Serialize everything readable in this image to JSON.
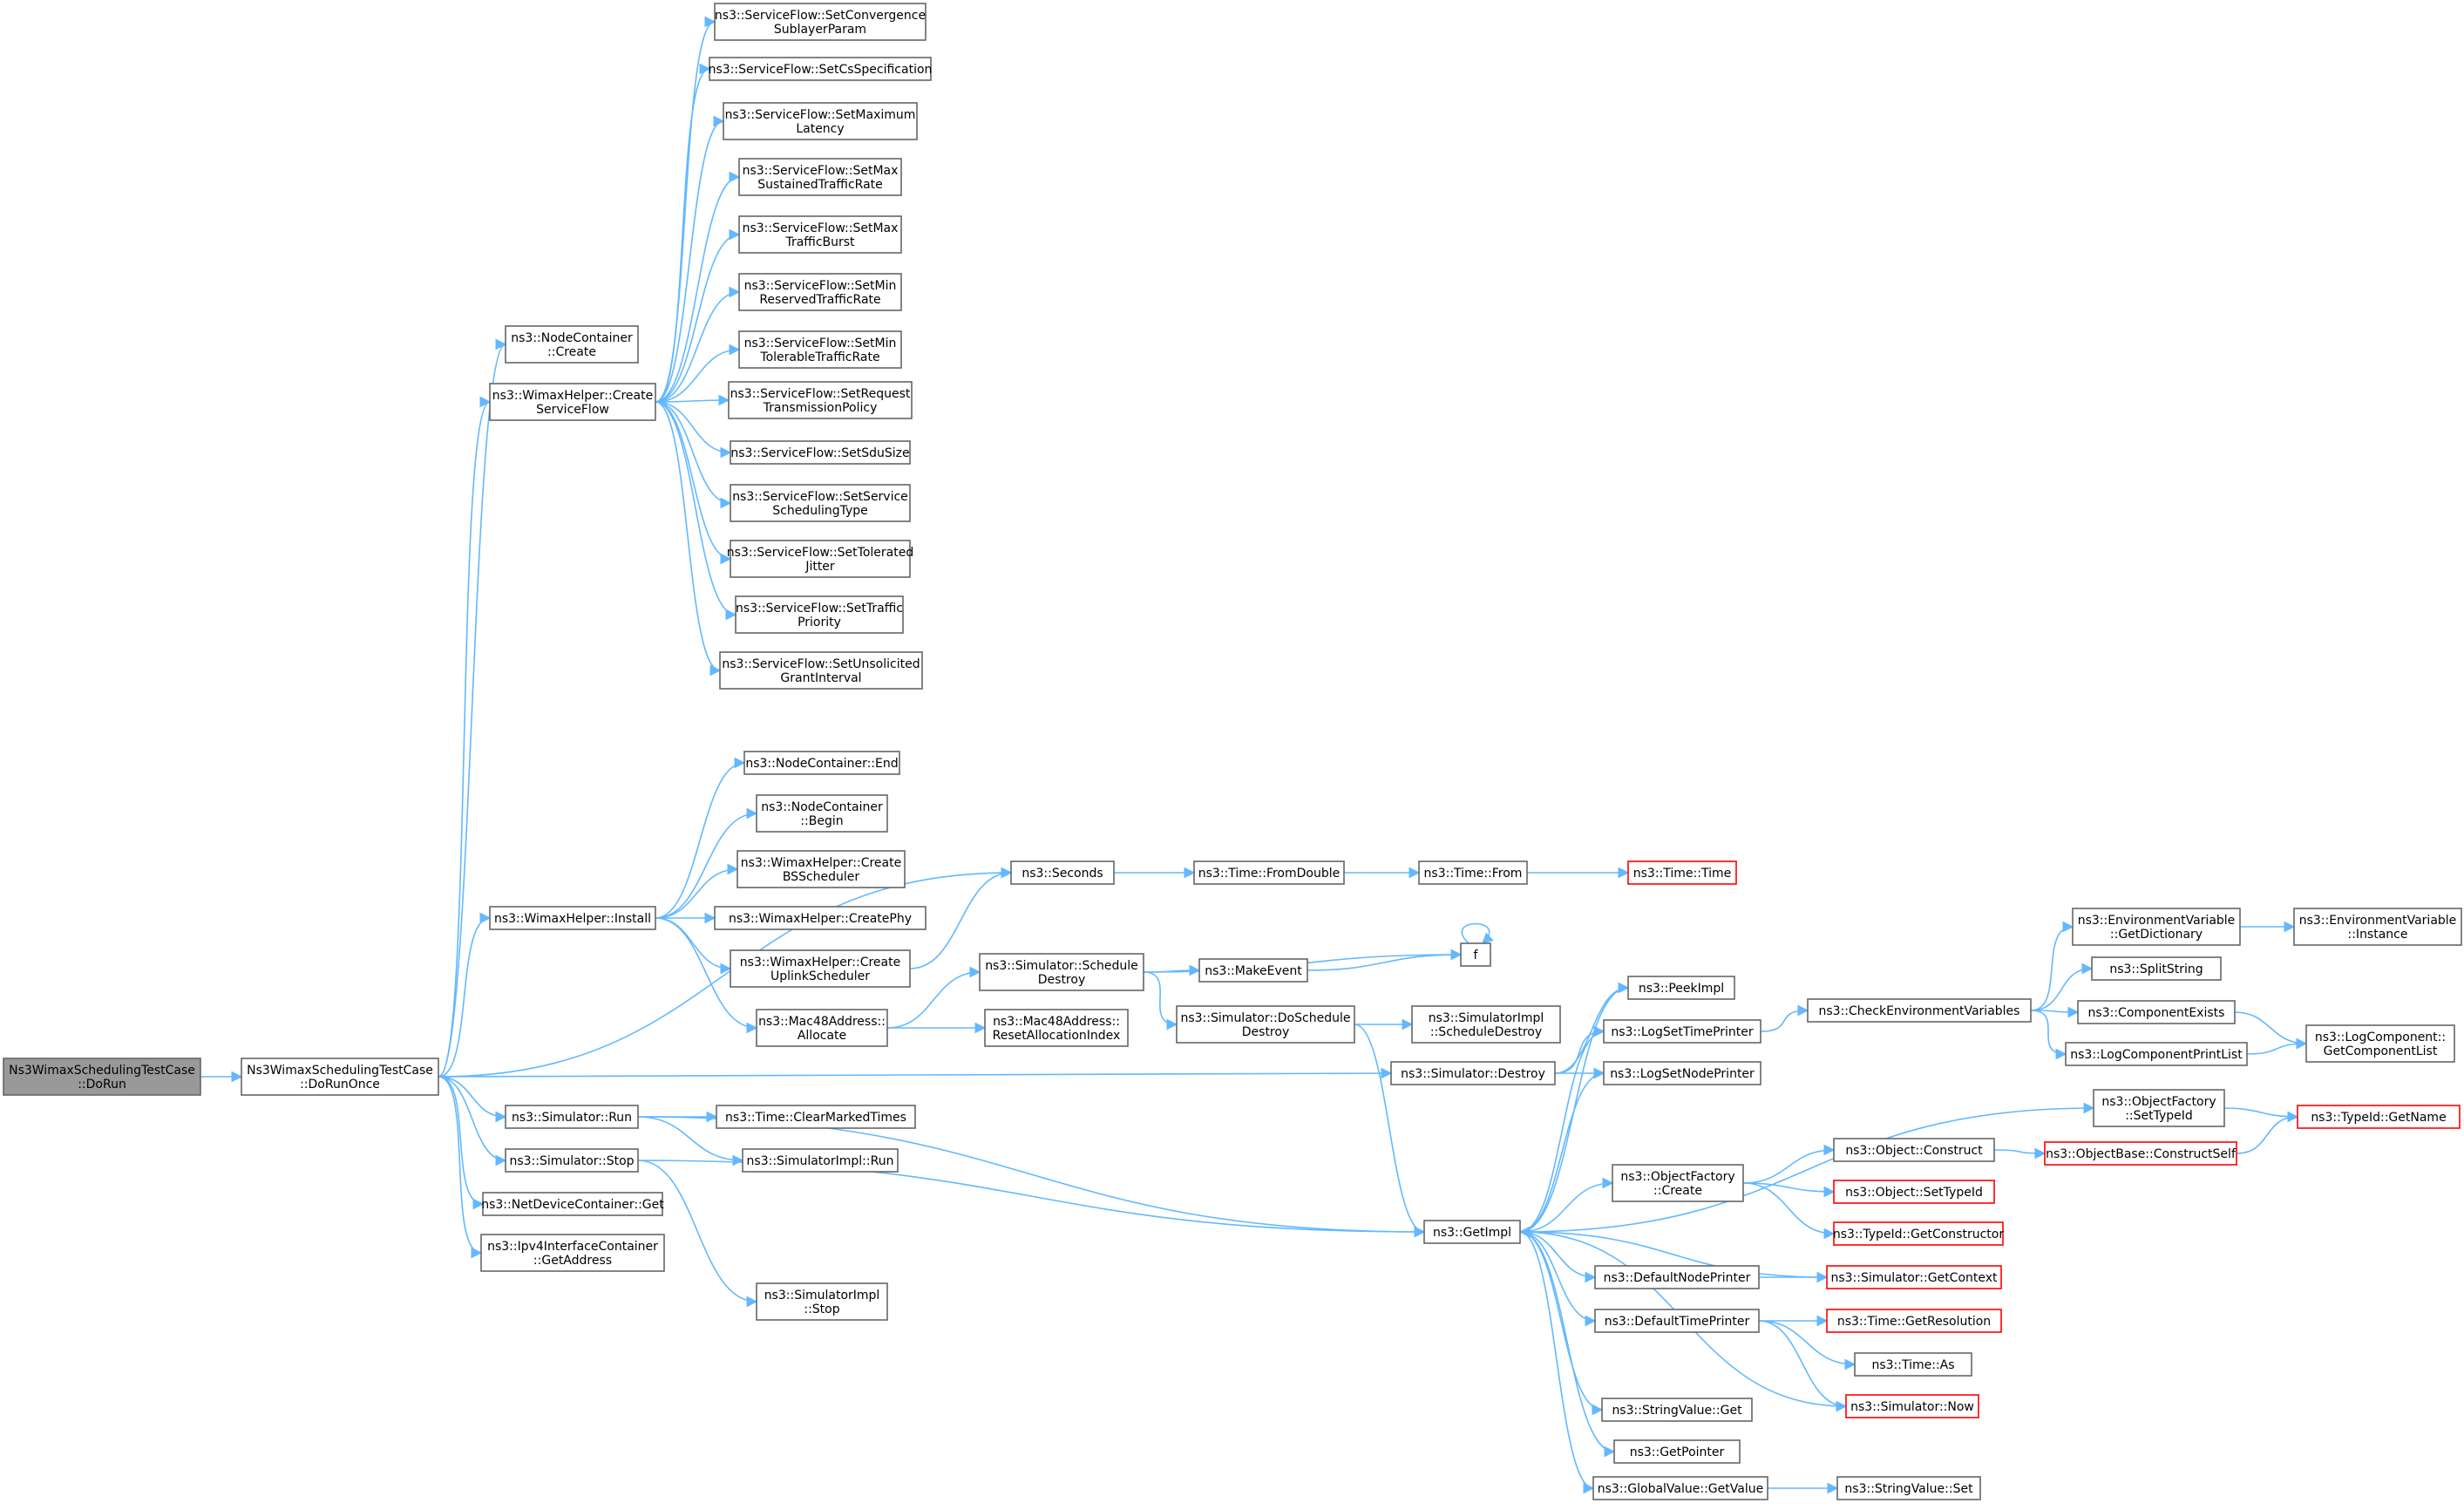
{
  "colors": {
    "edge": "#63b8ff",
    "node_border": "#666666",
    "node_fill": "#ffffff",
    "root_fill": "#999999",
    "truncated_border": "#ff0000"
  },
  "nodes": [
    {
      "id": "n0",
      "lines": [
        "Ns3WimaxSchedulingTestCase",
        "::DoRun"
      ],
      "style": "root"
    },
    {
      "id": "n1",
      "lines": [
        "Ns3WimaxSchedulingTestCase",
        "::DoRunOnce"
      ]
    },
    {
      "id": "n2",
      "lines": [
        "ns3::NodeContainer",
        "::Create"
      ]
    },
    {
      "id": "n3",
      "lines": [
        "ns3::WimaxHelper::Create",
        "ServiceFlow"
      ]
    },
    {
      "id": "sf1",
      "lines": [
        "ns3::ServiceFlow::SetConvergence",
        "SublayerParam"
      ]
    },
    {
      "id": "sf2",
      "lines": [
        "ns3::ServiceFlow::SetCsSpecification"
      ]
    },
    {
      "id": "sf3",
      "lines": [
        "ns3::ServiceFlow::SetMaximum",
        "Latency"
      ]
    },
    {
      "id": "sf4",
      "lines": [
        "ns3::ServiceFlow::SetMax",
        "SustainedTrafficRate"
      ]
    },
    {
      "id": "sf5",
      "lines": [
        "ns3::ServiceFlow::SetMax",
        "TrafficBurst"
      ]
    },
    {
      "id": "sf6",
      "lines": [
        "ns3::ServiceFlow::SetMin",
        "ReservedTrafficRate"
      ]
    },
    {
      "id": "sf7",
      "lines": [
        "ns3::ServiceFlow::SetMin",
        "TolerableTrafficRate"
      ]
    },
    {
      "id": "sf8",
      "lines": [
        "ns3::ServiceFlow::SetRequest",
        "TransmissionPolicy"
      ]
    },
    {
      "id": "sf9",
      "lines": [
        "ns3::ServiceFlow::SetSduSize"
      ]
    },
    {
      "id": "sf10",
      "lines": [
        "ns3::ServiceFlow::SetService",
        "SchedulingType"
      ]
    },
    {
      "id": "sf11",
      "lines": [
        "ns3::ServiceFlow::SetTolerated",
        "Jitter"
      ]
    },
    {
      "id": "sf12",
      "lines": [
        "ns3::ServiceFlow::SetTraffic",
        "Priority"
      ]
    },
    {
      "id": "sf13",
      "lines": [
        "ns3::ServiceFlow::SetUnsolicited",
        "GrantInterval"
      ]
    },
    {
      "id": "nc_end",
      "lines": [
        "ns3::NodeContainer::End"
      ]
    },
    {
      "id": "nc_begin",
      "lines": [
        "ns3::NodeContainer",
        "::Begin"
      ]
    },
    {
      "id": "wh_bs",
      "lines": [
        "ns3::WimaxHelper::Create",
        "BSScheduler"
      ]
    },
    {
      "id": "wh_install",
      "lines": [
        "ns3::WimaxHelper::Install"
      ]
    },
    {
      "id": "wh_phy",
      "lines": [
        "ns3::WimaxHelper::CreatePhy"
      ]
    },
    {
      "id": "wh_ul",
      "lines": [
        "ns3::WimaxHelper::Create",
        "UplinkScheduler"
      ]
    },
    {
      "id": "mac_alloc",
      "lines": [
        "ns3::Mac48Address::",
        "Allocate"
      ]
    },
    {
      "id": "seconds",
      "lines": [
        "ns3::Seconds"
      ]
    },
    {
      "id": "fromdouble",
      "lines": [
        "ns3::Time::FromDouble"
      ]
    },
    {
      "id": "from",
      "lines": [
        "ns3::Time::From"
      ]
    },
    {
      "id": "timetime",
      "lines": [
        "ns3::Time::Time"
      ],
      "style": "truncated"
    },
    {
      "id": "sched_destroy",
      "lines": [
        "ns3::Simulator::Schedule",
        "Destroy"
      ]
    },
    {
      "id": "makeevent",
      "lines": [
        "ns3::MakeEvent"
      ]
    },
    {
      "id": "f",
      "lines": [
        "f"
      ]
    },
    {
      "id": "mac_reset",
      "lines": [
        "ns3::Mac48Address::",
        "ResetAllocationIndex"
      ]
    },
    {
      "id": "dosched",
      "lines": [
        "ns3::Simulator::DoSchedule",
        "Destroy"
      ]
    },
    {
      "id": "simimpl_sd",
      "lines": [
        "ns3::SimulatorImpl",
        "::ScheduleDestroy"
      ]
    },
    {
      "id": "peekimpl",
      "lines": [
        "ns3::PeekImpl"
      ]
    },
    {
      "id": "logtime",
      "lines": [
        "ns3::LogSetTimePrinter"
      ]
    },
    {
      "id": "lognode",
      "lines": [
        "ns3::LogSetNodePrinter"
      ]
    },
    {
      "id": "sim_destroy",
      "lines": [
        "ns3::Simulator::Destroy"
      ]
    },
    {
      "id": "checkenv",
      "lines": [
        "ns3::CheckEnvironmentVariables"
      ]
    },
    {
      "id": "env_dict",
      "lines": [
        "ns3::EnvironmentVariable",
        "::GetDictionary"
      ]
    },
    {
      "id": "env_inst",
      "lines": [
        "ns3::EnvironmentVariable",
        "::Instance"
      ]
    },
    {
      "id": "splitstring",
      "lines": [
        "ns3::SplitString"
      ]
    },
    {
      "id": "compexists",
      "lines": [
        "ns3::ComponentExists"
      ]
    },
    {
      "id": "logcomplist",
      "lines": [
        "ns3::LogComponentPrintList"
      ]
    },
    {
      "id": "logcomp_get",
      "lines": [
        "ns3::LogComponent::",
        "GetComponentList"
      ]
    },
    {
      "id": "of_settype",
      "lines": [
        "ns3::ObjectFactory",
        "::SetTypeId"
      ]
    },
    {
      "id": "typeid_name",
      "lines": [
        "ns3::TypeId::GetName"
      ],
      "style": "truncated"
    },
    {
      "id": "sim_run",
      "lines": [
        "ns3::Simulator::Run"
      ]
    },
    {
      "id": "clearmarked",
      "lines": [
        "ns3::Time::ClearMarkedTimes"
      ]
    },
    {
      "id": "simimpl_run",
      "lines": [
        "ns3::SimulatorImpl::Run"
      ]
    },
    {
      "id": "sim_stop",
      "lines": [
        "ns3::Simulator::Stop"
      ]
    },
    {
      "id": "ndc_get",
      "lines": [
        "ns3::NetDeviceContainer::Get"
      ]
    },
    {
      "id": "ipv4_addr",
      "lines": [
        "ns3::Ipv4InterfaceContainer",
        "::GetAddress"
      ]
    },
    {
      "id": "simimpl_stop",
      "lines": [
        "ns3::SimulatorImpl",
        "::Stop"
      ]
    },
    {
      "id": "getimpl",
      "lines": [
        "ns3::GetImpl"
      ]
    },
    {
      "id": "of_create",
      "lines": [
        "ns3::ObjectFactory",
        "::Create"
      ]
    },
    {
      "id": "obj_construct",
      "lines": [
        "ns3::Object::Construct"
      ]
    },
    {
      "id": "ob_constructself",
      "lines": [
        "ns3::ObjectBase::ConstructSelf"
      ],
      "style": "truncated"
    },
    {
      "id": "obj_settype",
      "lines": [
        "ns3::Object::SetTypeId"
      ],
      "style": "truncated"
    },
    {
      "id": "typeid_ctor",
      "lines": [
        "ns3::TypeId::GetConstructor"
      ],
      "style": "truncated"
    },
    {
      "id": "defnode",
      "lines": [
        "ns3::DefaultNodePrinter"
      ]
    },
    {
      "id": "sim_context",
      "lines": [
        "ns3::Simulator::GetContext"
      ],
      "style": "truncated"
    },
    {
      "id": "deftime",
      "lines": [
        "ns3::DefaultTimePrinter"
      ]
    },
    {
      "id": "time_res",
      "lines": [
        "ns3::Time::GetResolution"
      ],
      "style": "truncated"
    },
    {
      "id": "time_as",
      "lines": [
        "ns3::Time::As"
      ]
    },
    {
      "id": "sim_now",
      "lines": [
        "ns3::Simulator::Now"
      ],
      "style": "truncated"
    },
    {
      "id": "sv_get",
      "lines": [
        "ns3::StringValue::Get"
      ]
    },
    {
      "id": "getpointer",
      "lines": [
        "ns3::GetPointer"
      ]
    },
    {
      "id": "gv_getvalue",
      "lines": [
        "ns3::GlobalValue::GetValue"
      ]
    },
    {
      "id": "sv_set",
      "lines": [
        "ns3::StringValue::Set"
      ]
    }
  ]
}
